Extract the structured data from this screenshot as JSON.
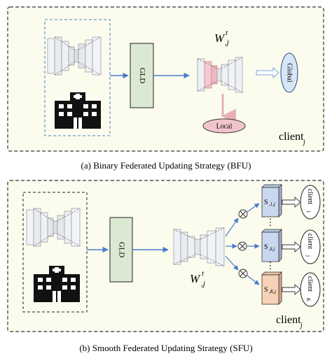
{
  "panel_a": {
    "gld_label": "GLD",
    "weight_label": "W",
    "weight_sup": "t",
    "weight_sub": ",j",
    "global_label": "Global",
    "local_label": "Local",
    "client_label": "client",
    "client_sub": "j",
    "caption": "(a) Binary Federated Updating Strategy (BFU)"
  },
  "panel_b": {
    "gld_label": "GLD",
    "weight_label": "W",
    "weight_sup": "t",
    "weight_sub": ",j",
    "rows": [
      {
        "s_label": "S",
        "s_sub": ",1,j",
        "client": "client",
        "client_sub": "1"
      },
      {
        "s_label": "S",
        "s_sub": ",k,j",
        "client": "client",
        "client_sub": "j"
      },
      {
        "s_label": "S",
        "s_sub": ",K,j",
        "client": "client",
        "client_sub": "K"
      }
    ],
    "multiply_symbol": "⊗",
    "ellipsis": "⋮",
    "client_label": "client",
    "client_sub": "j",
    "caption": "(b) Smooth Federated Updating Strategy (SFU)"
  },
  "colors": {
    "panel_bg": "#fcfcee",
    "gld_fill": "#dbe9d2",
    "arrow_blue": "#4a7bd0",
    "ellipse_blue": "#d6e6f6",
    "ellipse_pink": "#f1c4cc",
    "s_blue": "#c9d8ee",
    "s_orange": "#f6d2b8"
  }
}
